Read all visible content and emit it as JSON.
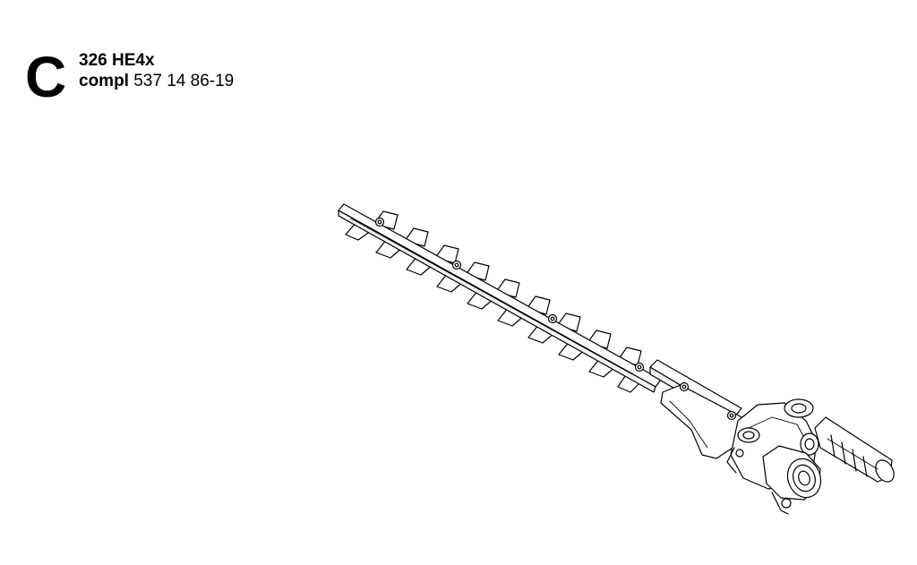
{
  "header": {
    "section_letter": "C",
    "model": "326 HE4x",
    "compl_label": "compl",
    "part_number": "537 14 86-19"
  }
}
